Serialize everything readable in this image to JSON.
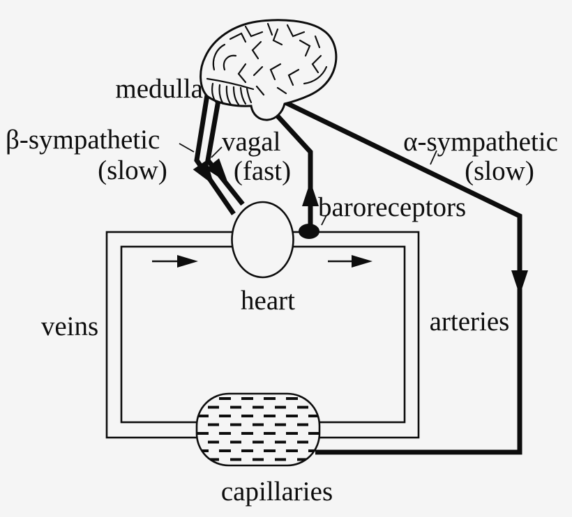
{
  "diagram": {
    "background_color": "#f5f5f5",
    "ink_color": "#0d0d0d",
    "labels": {
      "medulla": "medulla",
      "beta_sympathetic": "β-sympathetic",
      "beta_sympathetic_speed": "(slow)",
      "vagal": "vagal",
      "vagal_speed": "(fast)",
      "alpha_sympathetic": "α-sympathetic",
      "alpha_sympathetic_speed": "(slow)",
      "baroreceptors": "baroreceptors",
      "heart": "heart",
      "veins": "veins",
      "arteries": "arteries",
      "capillaries": "capillaries"
    }
  }
}
